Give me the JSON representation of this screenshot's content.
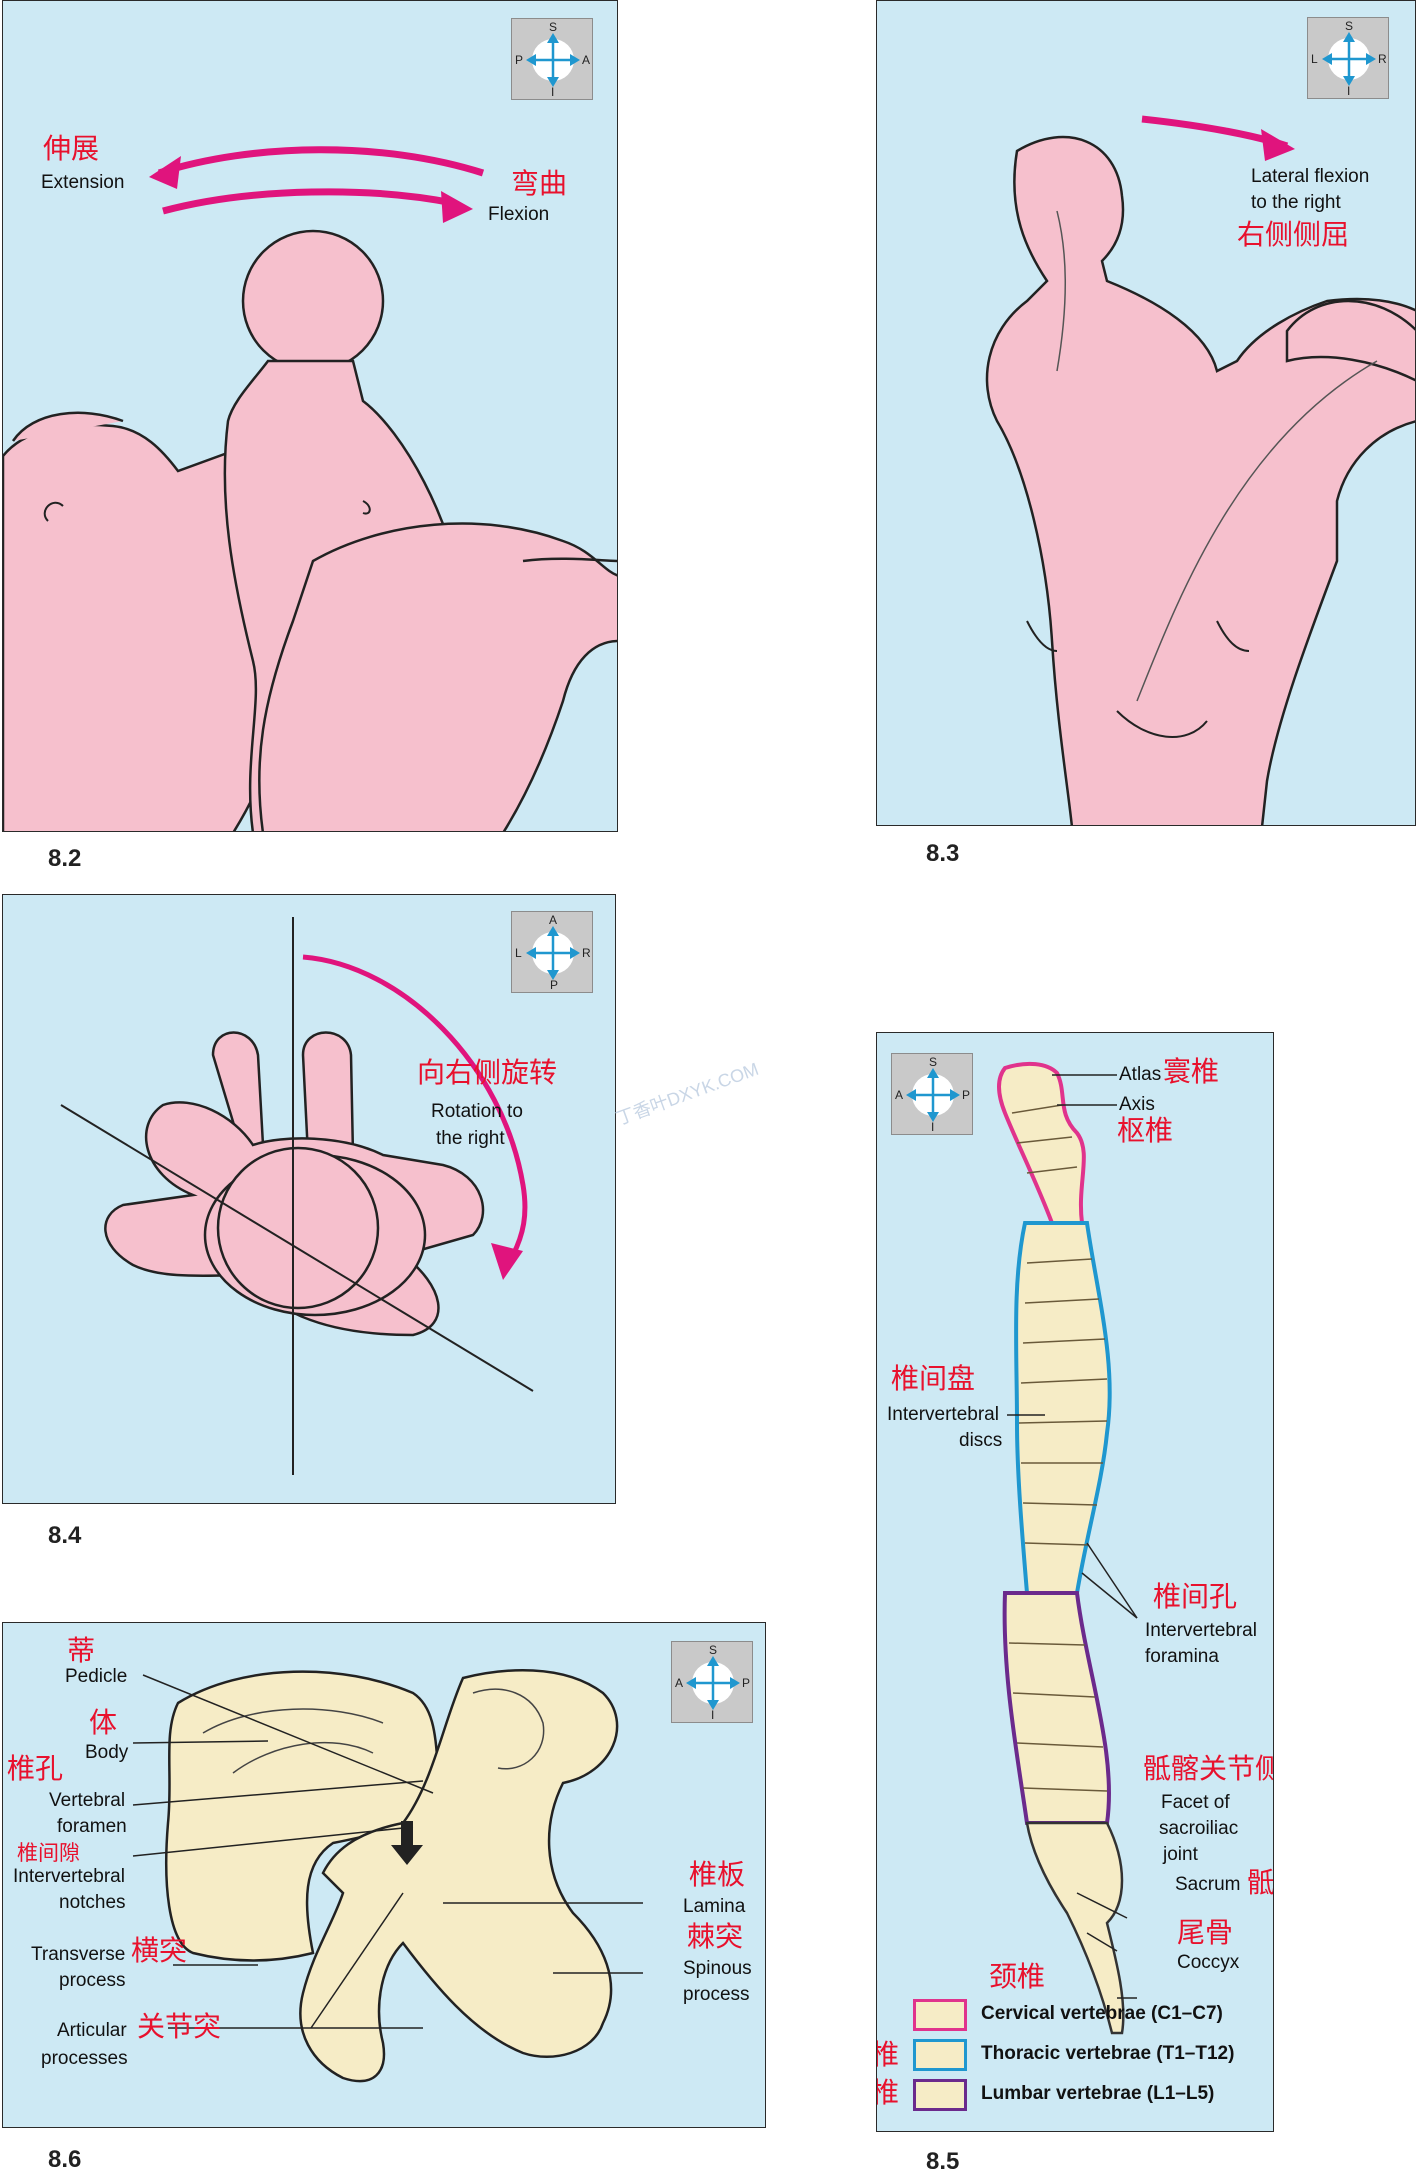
{
  "figures": {
    "f82": {
      "number": "8.2",
      "compass": {
        "top": "S",
        "bottom": "I",
        "left": "P",
        "right": "A"
      },
      "extension_zh": "伸展",
      "extension_en": "Extension",
      "flexion_zh": "弯曲",
      "flexion_en": "Flexion"
    },
    "f83": {
      "number": "8.3",
      "compass": {
        "top": "S",
        "bottom": "I",
        "left": "L",
        "right": "R"
      },
      "label_en_1": "Lateral flexion",
      "label_en_2": "to the right",
      "label_zh": "右侧侧屈"
    },
    "f84": {
      "number": "8.4",
      "compass": {
        "top": "A",
        "bottom": "P",
        "left": "L",
        "right": "R"
      },
      "label_zh": "向右侧旋转",
      "label_en_1": "Rotation to",
      "label_en_2": "the right"
    },
    "f85": {
      "number": "8.5",
      "compass": {
        "top": "S",
        "bottom": "I",
        "left": "A",
        "right": "P"
      },
      "atlas_en": "Atlas",
      "atlas_zh": "寰椎",
      "axis_en": "Axis",
      "axis_zh": "枢椎",
      "discs_zh": "椎间盘",
      "discs_en_1": "Intervertebral",
      "discs_en_2": "discs",
      "foramina_zh": "椎间孔",
      "foramina_en_1": "Intervertebral",
      "foramina_en_2": "foramina",
      "facet_zh": "骶髂关节侧面",
      "facet_en_1": "Facet of",
      "facet_en_2": "sacroiliac",
      "facet_en_3": "joint",
      "sacrum_en": "Sacrum",
      "sacrum_zh": "骶骨",
      "coccyx_zh": "尾骨",
      "coccyx_en": "Coccyx",
      "legend": [
        {
          "zh": "颈椎",
          "label": "Cervical vertebrae (C1–C7)",
          "color": "#e0338c"
        },
        {
          "zh": "胸椎",
          "label": "Thoracic vertebrae (T1–T12)",
          "color": "#1f97cf"
        },
        {
          "zh": "腰椎",
          "label": "Lumbar vertebrae (L1–L5)",
          "color": "#6b2a8c"
        }
      ]
    },
    "f86": {
      "number": "8.6",
      "compass": {
        "top": "S",
        "bottom": "I",
        "left": "A",
        "right": "P"
      },
      "pedicle_zh": "蒂",
      "pedicle_en": "Pedicle",
      "body_zh": "体",
      "body_en": "Body",
      "foramen_zh": "椎孔",
      "foramen_en_1": "Vertebral",
      "foramen_en_2": "foramen",
      "notches_zh": "椎间隙",
      "notches_en_1": "Intervertebral",
      "notches_en_2": "notches",
      "transverse_en_1": "Transverse",
      "transverse_zh": "横突",
      "transverse_en_2": "process",
      "articular_en_1": "Articular",
      "articular_zh": "关节突",
      "articular_en_2": "processes",
      "lamina_zh": "椎板",
      "lamina_en": "Lamina",
      "spinous_zh": "棘突",
      "spinous_en_1": "Spinous",
      "spinous_en_2": "process"
    }
  },
  "watermark": "丁香叶DXYK.COM",
  "colors": {
    "arrow": "#e0147d",
    "skin": "#f6c0cd",
    "panel": "#cde9f4",
    "bone": "#f6ecc6"
  }
}
